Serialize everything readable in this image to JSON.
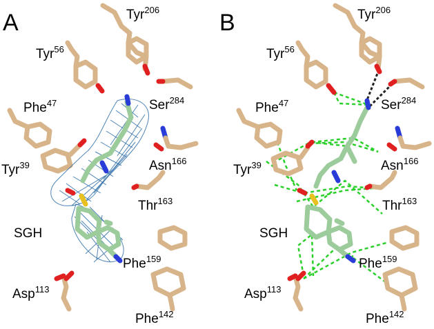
{
  "panels": [
    {
      "letter": "A",
      "labels": {
        "tyr206": {
          "name": "Tyr",
          "num": "206"
        },
        "tyr56": {
          "name": "Tyr",
          "num": "56"
        },
        "phe47": {
          "name": "Phe",
          "num": "47"
        },
        "ser284": {
          "name": "Ser",
          "num": "284"
        },
        "asn166": {
          "name": "Asn",
          "num": "166"
        },
        "tyr39": {
          "name": "Tyr",
          "num": "39"
        },
        "thr163": {
          "name": "Thr",
          "num": "163"
        },
        "sgh": {
          "name": "SGH",
          "num": ""
        },
        "phe159": {
          "name": "Phe",
          "num": "159"
        },
        "asp113": {
          "name": "Asp",
          "num": "113"
        },
        "phe142": {
          "name": "Phe",
          "num": "142"
        }
      }
    },
    {
      "letter": "B",
      "labels": {
        "tyr206": {
          "name": "Tyr",
          "num": "206"
        },
        "tyr56": {
          "name": "Tyr",
          "num": "56"
        },
        "phe47": {
          "name": "Phe",
          "num": "47"
        },
        "ser284": {
          "name": "Ser",
          "num": "284"
        },
        "asn166": {
          "name": "Asn",
          "num": "166"
        },
        "tyr39": {
          "name": "Tyr",
          "num": "39"
        },
        "thr163": {
          "name": "Thr",
          "num": "163"
        },
        "sgh": {
          "name": "SGH",
          "num": ""
        },
        "phe159": {
          "name": "Phe",
          "num": "159"
        },
        "asp113": {
          "name": "Asp",
          "num": "113"
        },
        "phe142": {
          "name": "Phe",
          "num": "142"
        }
      }
    }
  ],
  "colors": {
    "carbon_residue": "#d8b48a",
    "carbon_ligand": "#9ccc9c",
    "oxygen": "#e02020",
    "nitrogen": "#2a3cd8",
    "sulfur": "#e8c020",
    "hbond": "#2ad02a",
    "density_mesh": "#2f6ea8"
  }
}
